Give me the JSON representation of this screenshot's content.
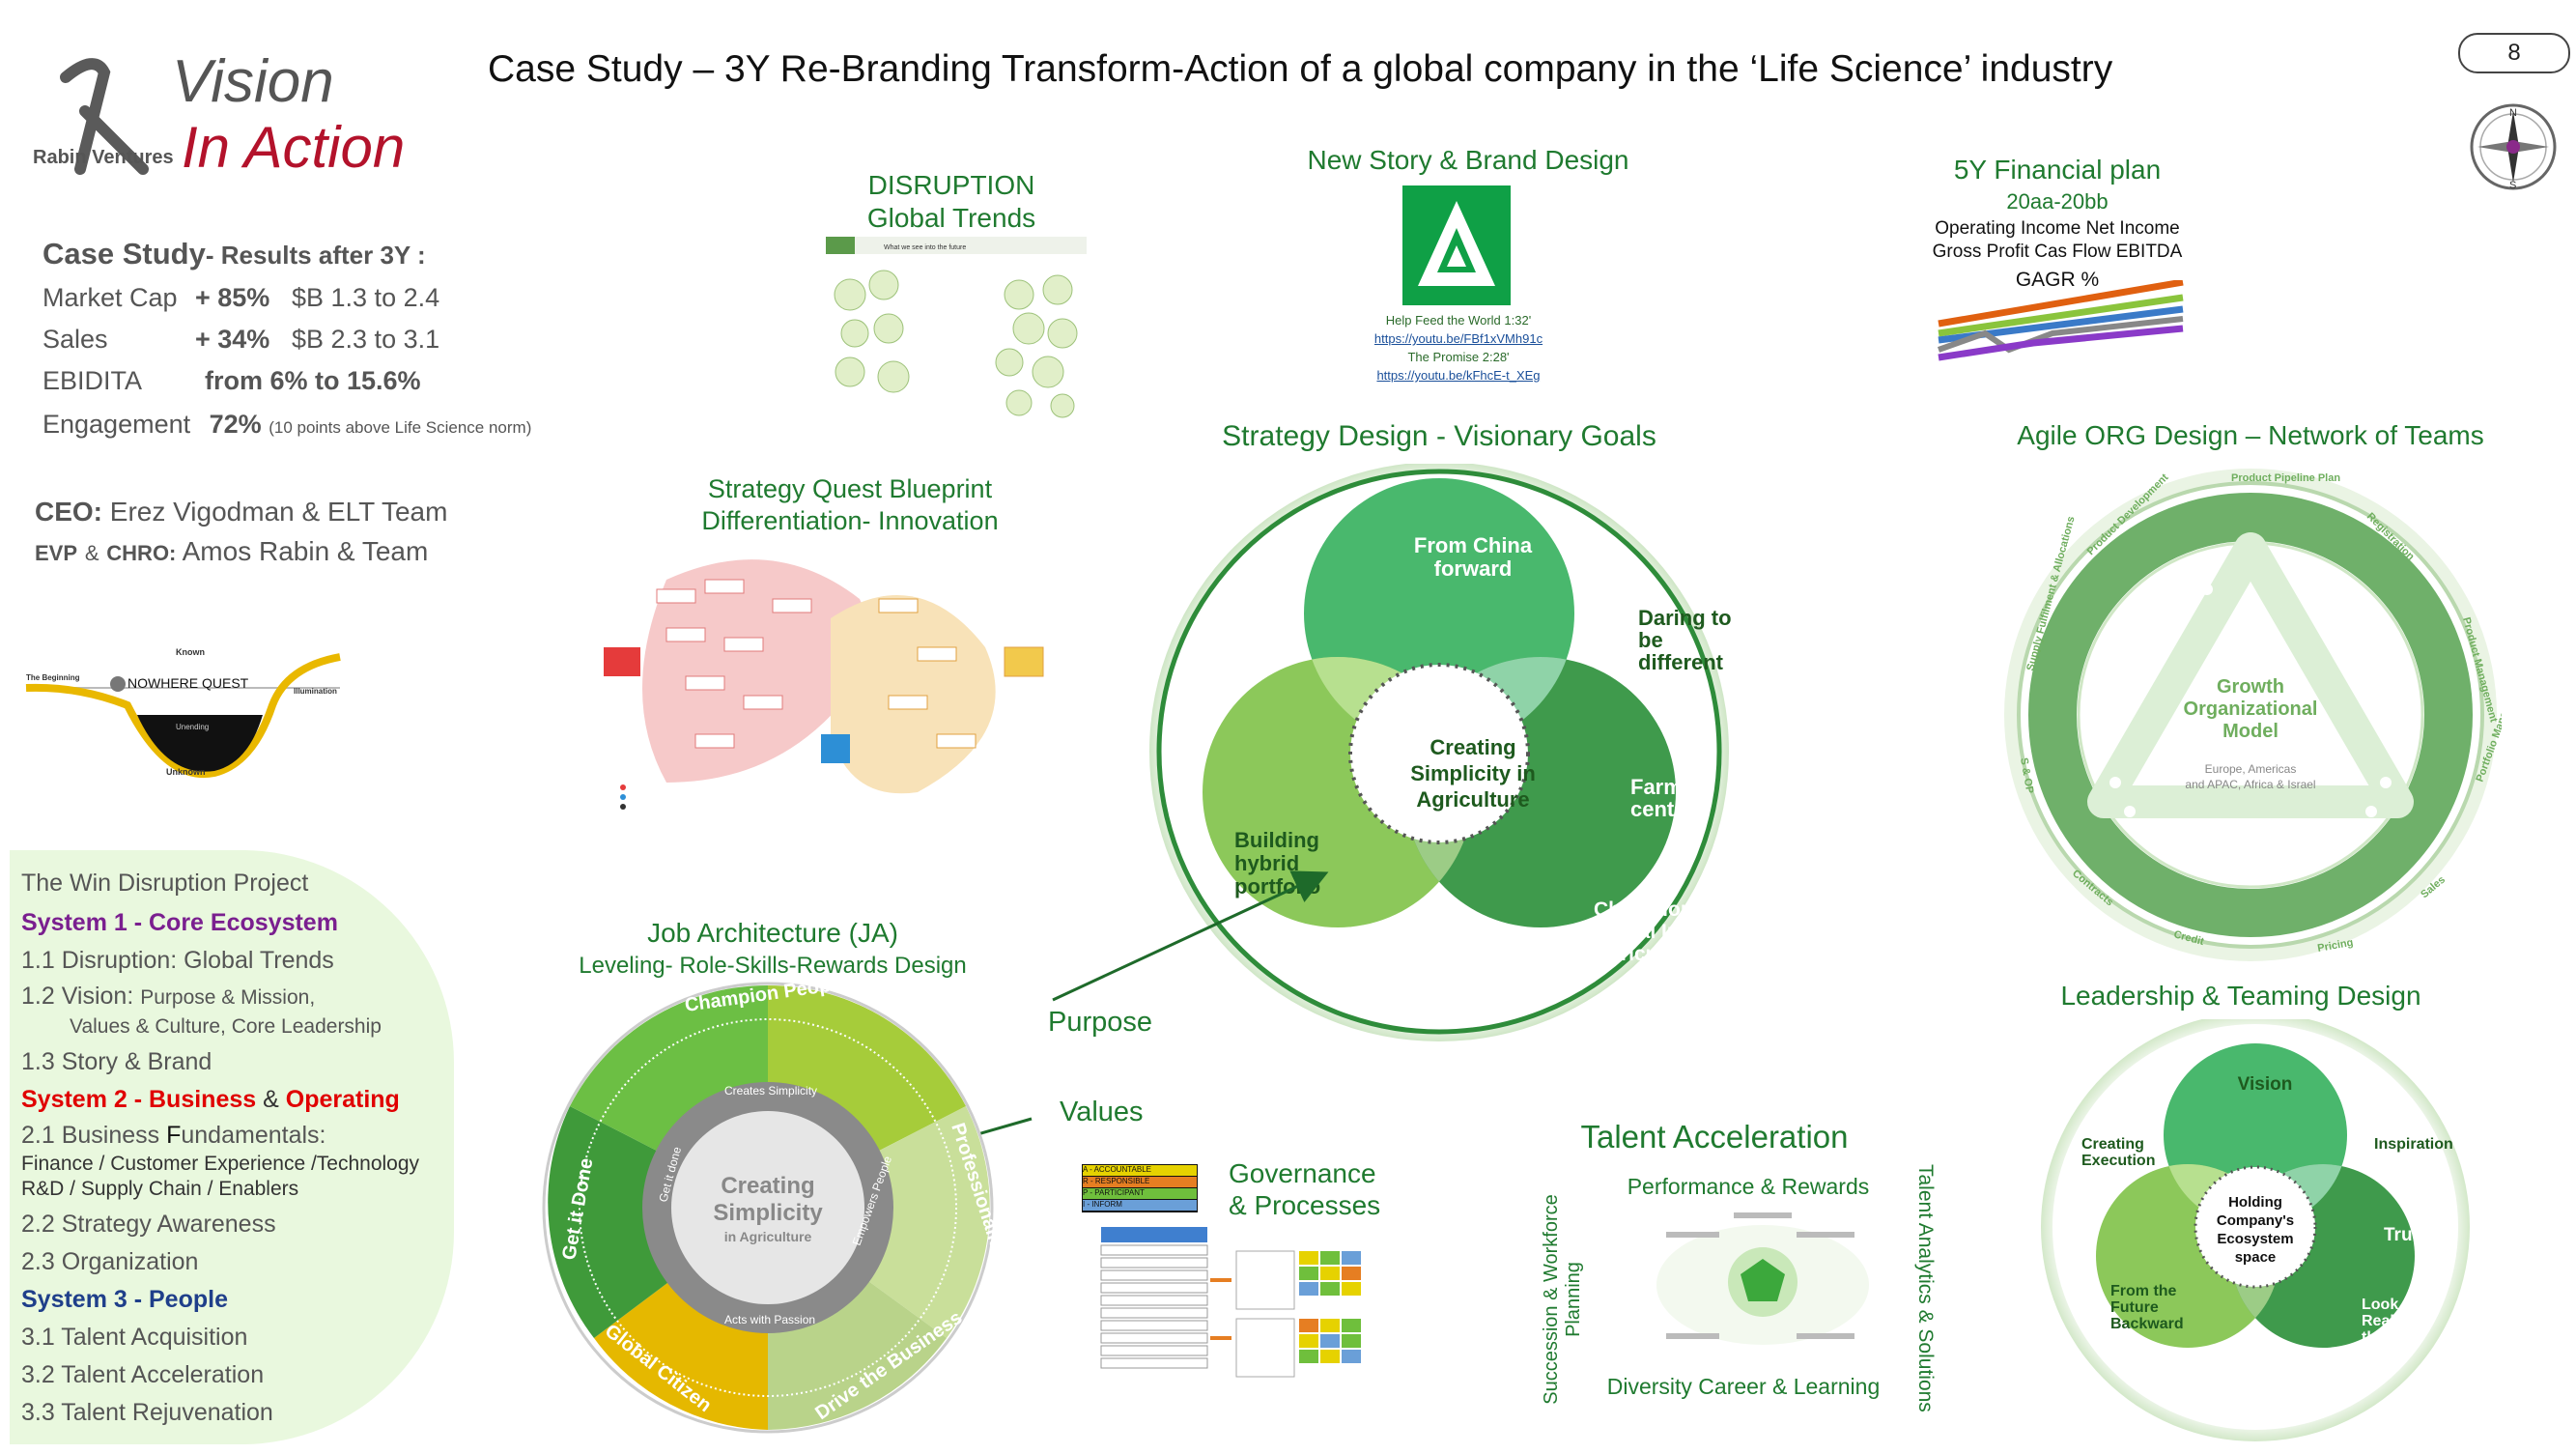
{
  "header": {
    "title": "Case Study – 3Y Re-Branding Transform-Action of a global company in the ‘Life Science’ industry",
    "page_number": "8",
    "logo_line1": "Vision",
    "logo_line2": "In Action",
    "logo_company": "Rabin Ventures",
    "compass_n": "N",
    "compass_s": "S"
  },
  "results": {
    "heading_a": "Case Study",
    "heading_b": "- Results after 3Y :",
    "rows": [
      {
        "label": "Market Cap",
        "change": "+ 85%",
        "detail": "$B 1.3 to 2.4"
      },
      {
        "label": "Sales",
        "change": "+ 34%",
        "detail": "$B 2.3 to 3.1"
      },
      {
        "label": "EBIDITA",
        "change": "from 6% to 15.6%",
        "detail": ""
      }
    ],
    "engagement_label": "Engagement",
    "engagement_value": "72%",
    "engagement_note": "(10 points above Life Science norm)"
  },
  "people": {
    "ceo_label": "CEO:",
    "ceo_value": "Erez Vigodman & ELT Team",
    "evp_label": "EVP",
    "evp_amp": "&",
    "chro_label": "CHRO:",
    "chro_value": "Amos Rabin & Team"
  },
  "quest": {
    "known": "Known",
    "unknown": "Unknown",
    "start": "The Beginning",
    "middle": "NOWHERE QUEST",
    "end": "Illumination",
    "low": "Unending"
  },
  "win_panel": {
    "title": "The Win Disruption Project",
    "s1": "System 1 - Core Ecosystem",
    "s1_items": [
      "1.1  Disruption: Global Trends",
      "1.2  Vision:",
      "Purpose & Mission,",
      "Values & Culture, Core Leadership",
      "1.3  Story & Brand"
    ],
    "s2_a": "System 2 - Business",
    "s2_amp": "&",
    "s2_b": "Operating",
    "s2_items": [
      "2.1 Business ",
      "F",
      "undamentals:",
      "Finance / Customer Experience /Technology",
      "R&D / Supply Chain / Enablers",
      "2.2 Strategy Awareness",
      "2.3 Organization"
    ],
    "s3": "System 3 - People",
    "s3_items": [
      "3.1 Talent Acquisition",
      "3.2 Talent Acceleration",
      "3.3 Talent Rejuvenation"
    ]
  },
  "disruption": {
    "title": "DISRUPTION",
    "subtitle": "Global Trends",
    "banner": "What we see into the future"
  },
  "blueprint": {
    "title": "Strategy Quest Blueprint",
    "subtitle": "Differentiation- Innovation"
  },
  "brand": {
    "title": "New Story & Brand Design",
    "line1": "Help Feed the World 1:32'",
    "link1": "https://youtu.be/FBf1xVMh91c",
    "line2": "The Promise 2:28'",
    "link2": "https://youtu.be/kFhcE-t_XEg"
  },
  "financial": {
    "title": "5Y Financial plan",
    "period": "20aa-20bb",
    "row1": "Operating Income  Net Income",
    "row2": "Gross Profit  Cas Flow  EBITDA",
    "gagr": "GAGR %"
  },
  "strategy": {
    "title": "Strategy Design -  Visionary Goals",
    "top": "From China forward",
    "left": "Building hybrid portfolio",
    "right": "Champion Digital In Agriculture",
    "center": "Creating Simplicity in Agriculture",
    "label_top_right": "Daring to be different",
    "label_right": "Farmer centric"
  },
  "labels": {
    "purpose": "Purpose",
    "values": "Values"
  },
  "agile": {
    "title": "Agile ORG Design – Network of Teams",
    "center1": "Growth",
    "center2": "Organizational",
    "center3": "Model",
    "sub1": "Europe, Americas",
    "sub2": "and APAC, Africa & Israel",
    "outer": [
      "Product Pipeline Plan",
      "Registration",
      "Product Management",
      "Portfolio Management",
      "Sales",
      "Pricing",
      "Credit",
      "Contracts",
      "S & OP",
      "Supply Fulfilment & Allocations",
      "Product Development"
    ]
  },
  "ja": {
    "title": "Job Architecture (JA)",
    "subtitle": "Leveling- Role-Skills-Rewards Design",
    "center1": "Creating",
    "center2": "Simplicity",
    "center3": "in Agriculture",
    "segments": [
      "Champion People",
      "Professionalism",
      "Drive the Business",
      "Global Citizen",
      "Get it Done"
    ],
    "inner": [
      "Creates Simplicity",
      "Empowers People",
      "Acts with Passion",
      "Get it done"
    ]
  },
  "governance": {
    "title1": "Governance",
    "title2": "& Processes",
    "raci": [
      "A - ACCOUNTABLE",
      "R - RESPONSIBLE",
      "P - PARTICIPANT",
      "I - INFORM"
    ]
  },
  "talent": {
    "title": "Talent Acceleration",
    "top": "Performance & Rewards",
    "bottom": "Diversity Career & Learning",
    "left": "Succession & Workforce Planning",
    "right": "Talent Analytics & Solutions"
  },
  "leadership": {
    "title": "Leadership & Teaming Design",
    "top": "Vision",
    "left": "From the Future Backward",
    "right": "Look Reality in the eye",
    "center": "Holding Company's Ecosystem space",
    "label_tl": "Creating Execution",
    "label_tr": "Inspiration",
    "label_r": "Trust"
  },
  "colors": {
    "green_dark": "#3e8e46",
    "green_mid": "#7cc04e",
    "green_light": "#a8d78b",
    "green_top": "#49b86d",
    "panel_bg": "#e9f8de",
    "accent_purple": "#7a1f8f",
    "accent_red": "#e00000",
    "accent_navy": "#1f3f8a"
  }
}
